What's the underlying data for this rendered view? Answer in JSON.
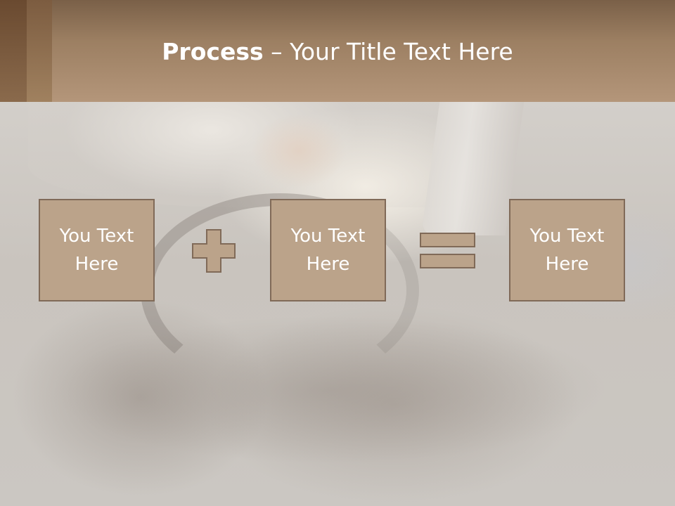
{
  "slide": {
    "title_bold": "Process",
    "title_rest": " – Your Title Text Here"
  },
  "process": {
    "boxes": [
      {
        "text": "You Text Here"
      },
      {
        "text": "You Text Here"
      },
      {
        "text": "You Text Here"
      }
    ],
    "operator_1": "plus-icon",
    "operator_2": "equals-icon"
  },
  "colors": {
    "header": "#b4967a",
    "box_fill": "#bba38a",
    "box_border": "#806a58",
    "text": "#ffffff"
  }
}
